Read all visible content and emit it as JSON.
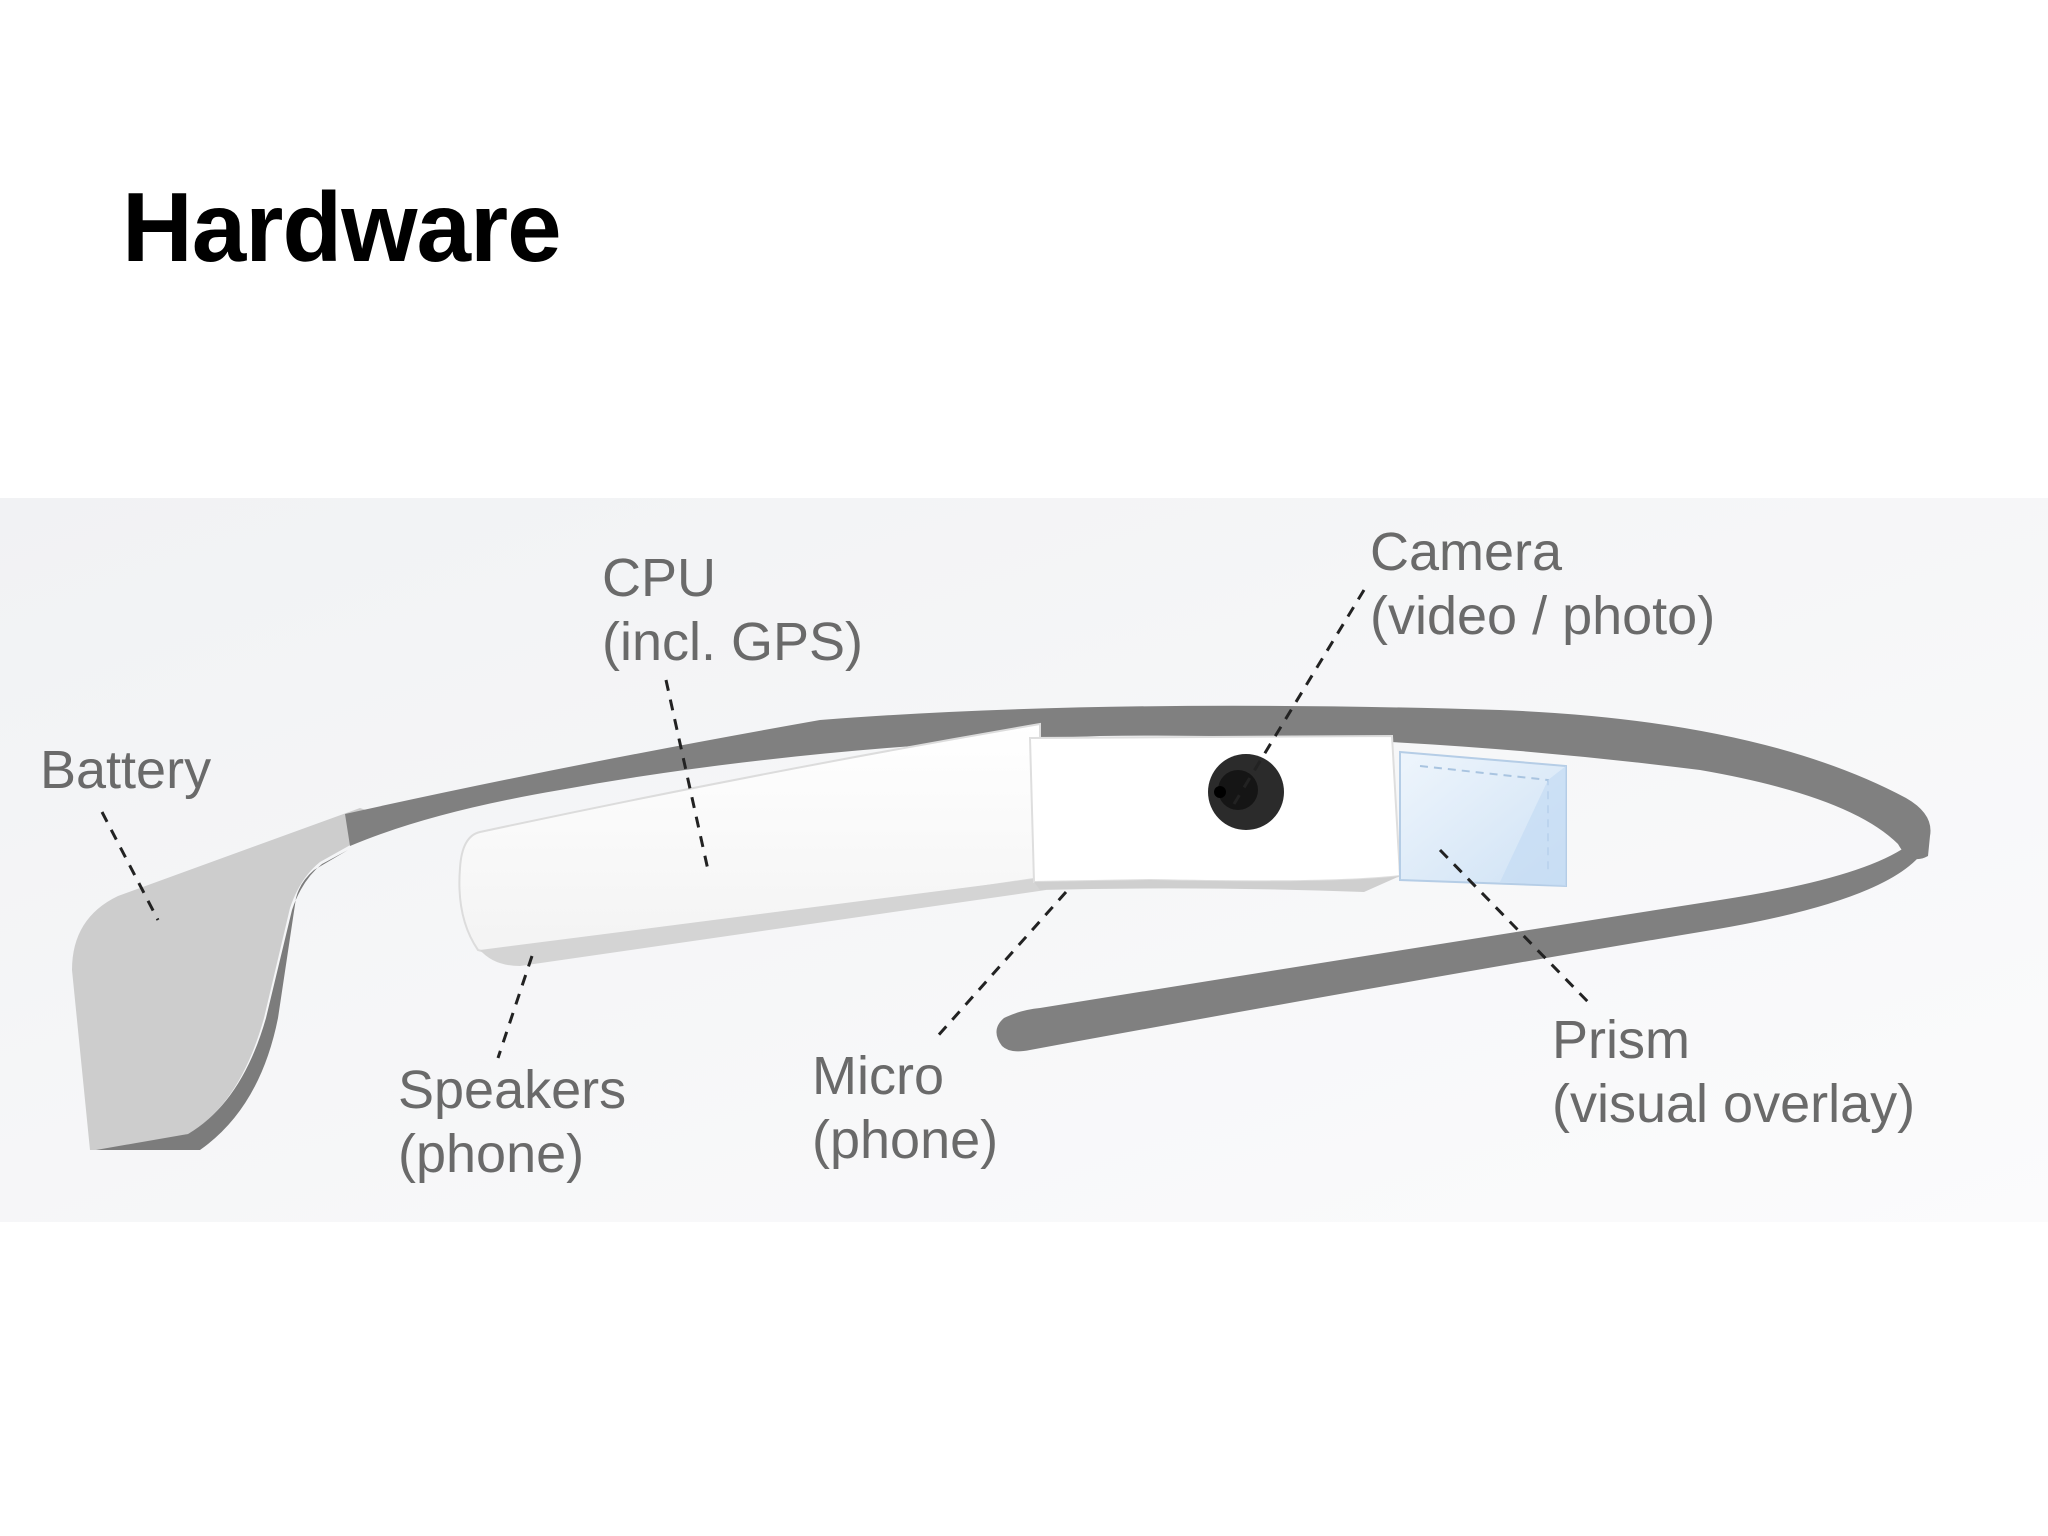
{
  "page": {
    "title": "Hardware"
  },
  "diagram": {
    "labels": {
      "battery": {
        "line1": "Battery"
      },
      "cpu": {
        "line1": "CPU",
        "line2": "(incl. GPS)"
      },
      "camera": {
        "line1": "Camera",
        "line2": "(video / photo)"
      },
      "speakers": {
        "line1": "Speakers",
        "line2": "(phone)"
      },
      "micro": {
        "line1": "Micro",
        "line2": "(phone)"
      },
      "prism": {
        "line1": "Prism",
        "line2": "(visual overlay)"
      }
    }
  },
  "colors": {
    "frame_dark": "#7f7f7f",
    "frame_light": "#c9c9c9",
    "housing": "#ffffff",
    "camera": "#2b2b2b",
    "prism": "#dbe9f7",
    "label_text": "#6a6a6a",
    "leader_line": "#222222"
  }
}
